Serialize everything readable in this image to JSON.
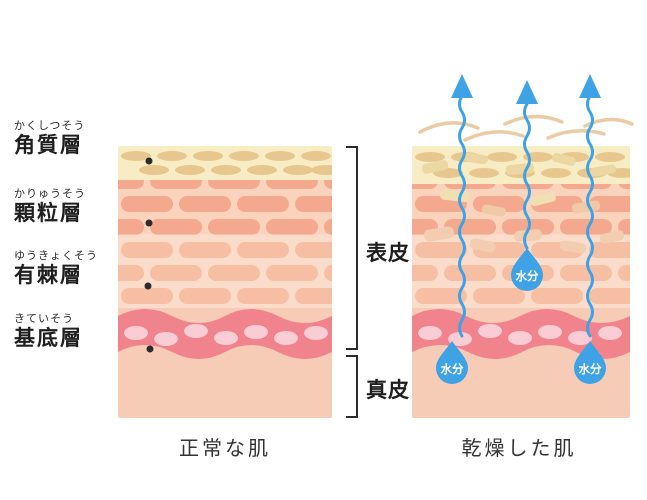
{
  "diagram": {
    "layer_labels": [
      {
        "ruby": "かくしつそう",
        "name": "角質層"
      },
      {
        "ruby": "かりゅうそう",
        "name": "顆粒層"
      },
      {
        "ruby": "ゆうきょくそう",
        "name": "有棘層"
      },
      {
        "ruby": "きていそう",
        "name": "基底層"
      }
    ],
    "region_labels": {
      "epidermis": "表皮",
      "dermis": "真皮"
    },
    "captions": {
      "normal": "正常な肌",
      "dry": "乾燥した肌"
    },
    "droplet_label": "水分",
    "colors": {
      "moisture_blue": "#3EA2E4",
      "corneum_cream": "#F8ECC4",
      "granular_brick": "#F4A98E",
      "spinous_brick": "#F6BFA3",
      "basal_red": "#F1838D",
      "dermis_salmon": "#F7CCB6",
      "text": "#2B2B2B"
    }
  }
}
